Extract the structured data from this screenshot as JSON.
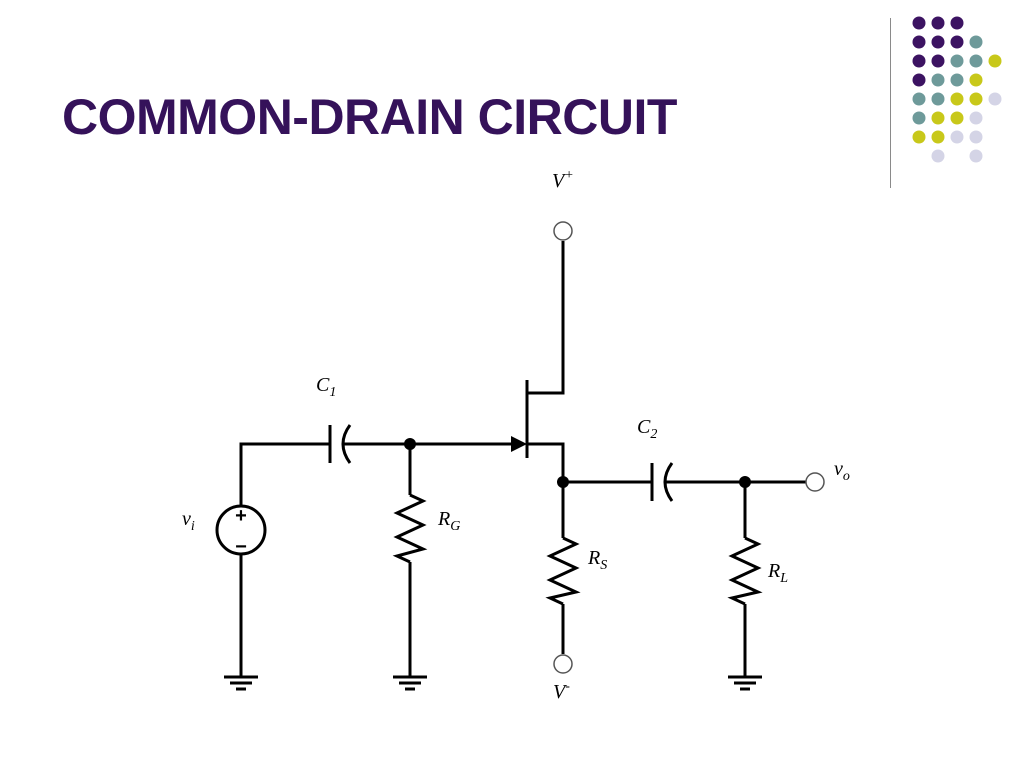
{
  "slide": {
    "title": "COMMON-DRAIN CIRCUIT",
    "title_color": "#35125a"
  },
  "decoration": {
    "palette": {
      "purple": "#3c1362",
      "teal": "#6e9a9a",
      "olive": "#c8c81a",
      "lavender": "#d4d4e6"
    },
    "dot_rows": [
      [
        "purple",
        "purple",
        "purple"
      ],
      [
        "purple",
        "purple",
        "purple",
        "teal"
      ],
      [
        "purple",
        "purple",
        "teal",
        "teal",
        "olive"
      ],
      [
        "purple",
        "teal",
        "teal",
        "olive"
      ],
      [
        "teal",
        "teal",
        "olive",
        "olive",
        "lavender"
      ],
      [
        "teal",
        "olive",
        "olive",
        "lavender"
      ],
      [
        "olive",
        "olive",
        "lavender",
        "lavender"
      ],
      [
        "lavender",
        "lavender"
      ]
    ]
  },
  "circuit": {
    "supply_positive": {
      "main": "V",
      "sup": "+"
    },
    "supply_negative": {
      "main": "V",
      "sup": "-"
    },
    "input_source": {
      "main": "v",
      "sub": "i",
      "plus": "+",
      "minus": "−"
    },
    "input_capacitor": {
      "main": "C",
      "sub": "1"
    },
    "gate_resistor": {
      "main": "R",
      "sub": "G"
    },
    "source_resistor": {
      "main": "R",
      "sub": "S"
    },
    "output_capacitor": {
      "main": "C",
      "sub": "2"
    },
    "load_resistor": {
      "main": "R",
      "sub": "L"
    },
    "output": {
      "main": "v",
      "sub": "o"
    }
  }
}
